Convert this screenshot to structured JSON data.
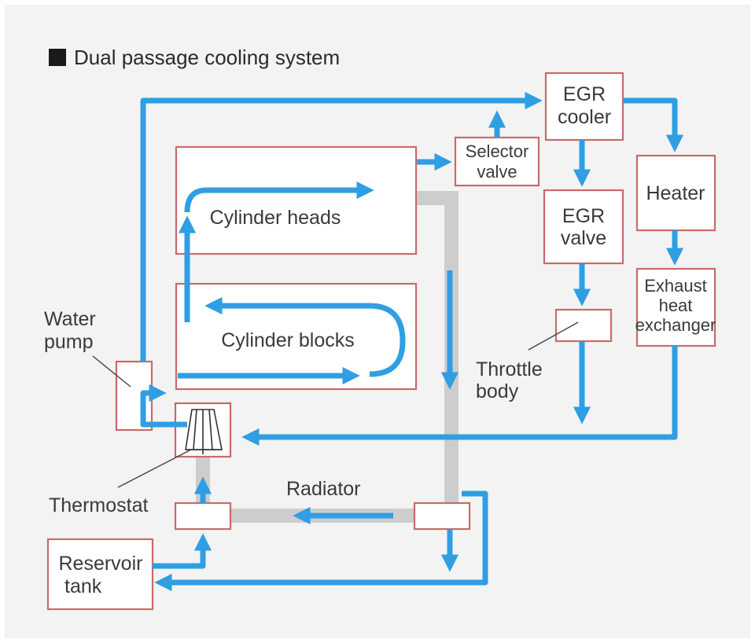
{
  "title": "Dual passage cooling system",
  "labels": {
    "egr_cooler": [
      "EGR",
      "cooler"
    ],
    "selector_valve": [
      "Selector",
      "valve"
    ],
    "heater": "Heater",
    "cylinder_heads": "Cylinder heads",
    "egr_valve": [
      "EGR",
      "valve"
    ],
    "exhaust_heat_exchanger": [
      "Exhaust",
      "heat",
      "exchanger"
    ],
    "water_pump": [
      "Water",
      "pump"
    ],
    "cylinder_blocks": "Cylinder blocks",
    "throttle_body": [
      "Throttle",
      "body"
    ],
    "thermostat": "Thermostat",
    "radiator": "Radiator",
    "reservoir_tank": [
      "Reservoir",
      "tank"
    ]
  },
  "colors": {
    "flow": "#2f9ee3",
    "radiator_loop": "#cdcdcd",
    "box_border": "#c96a6a",
    "background": "#f3f3f3"
  }
}
